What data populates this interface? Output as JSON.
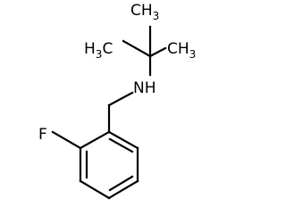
{
  "molecule": {
    "labels": {
      "ch3_right": {
        "main": "CH",
        "sub": "3"
      },
      "ch3_top": {
        "main": "CH",
        "sub": "3"
      },
      "ch3_left": {
        "main": "H",
        "sub": "3",
        "tail": "C"
      },
      "nh": "NH",
      "f": "F"
    }
  }
}
